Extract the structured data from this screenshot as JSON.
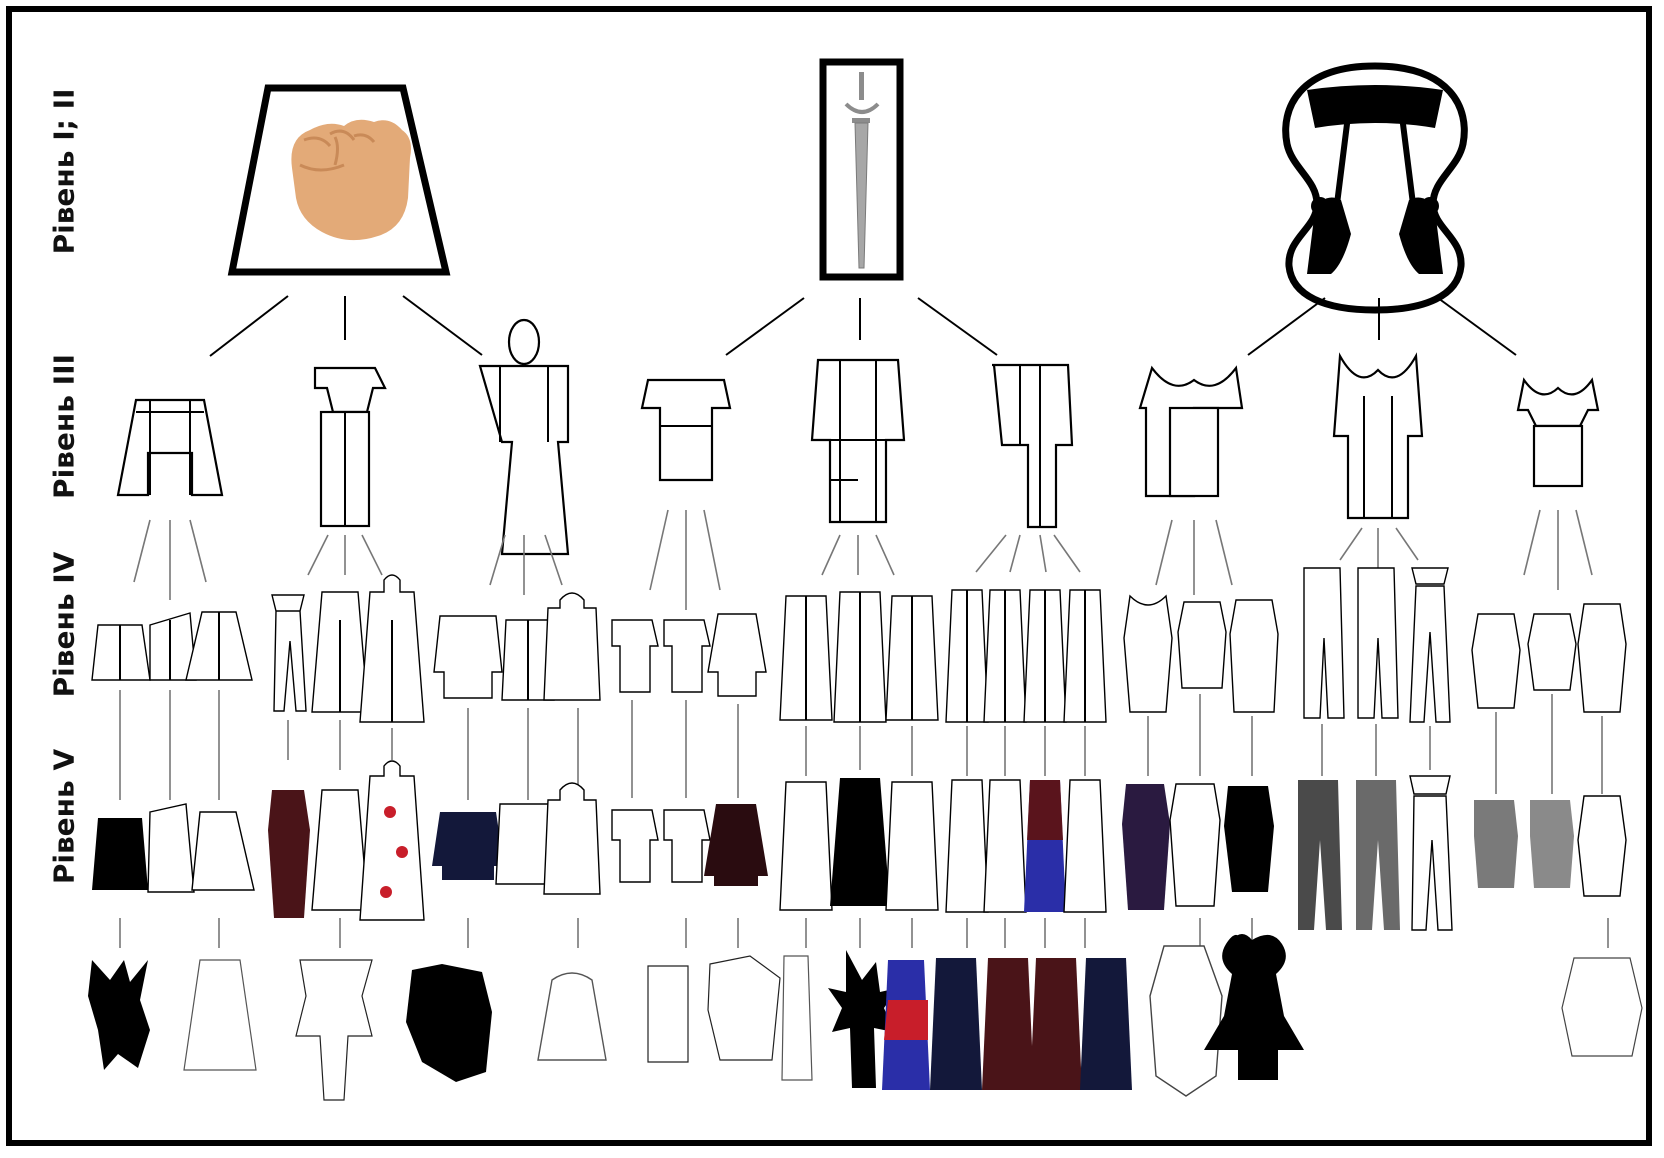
{
  "levels": {
    "l12": "Рівень I; II",
    "l3": "Рівень III",
    "l4": "Рівень IV",
    "l5": "Рівень V"
  },
  "symbols": [
    {
      "name": "fist-in-trapezoid",
      "color": "#e3aa78"
    },
    {
      "name": "sword-in-rectangle",
      "color": "#a7a7a7"
    },
    {
      "name": "figures-in-hourglass",
      "color": "#000000"
    }
  ],
  "palette": {
    "outline": "#000000",
    "navy": "#13183a",
    "burgundy": "#4a1418",
    "red": "#c81e2a",
    "blue": "#2a2ea8",
    "gray": "#8a8a8a",
    "skin": "#e3aa78"
  }
}
